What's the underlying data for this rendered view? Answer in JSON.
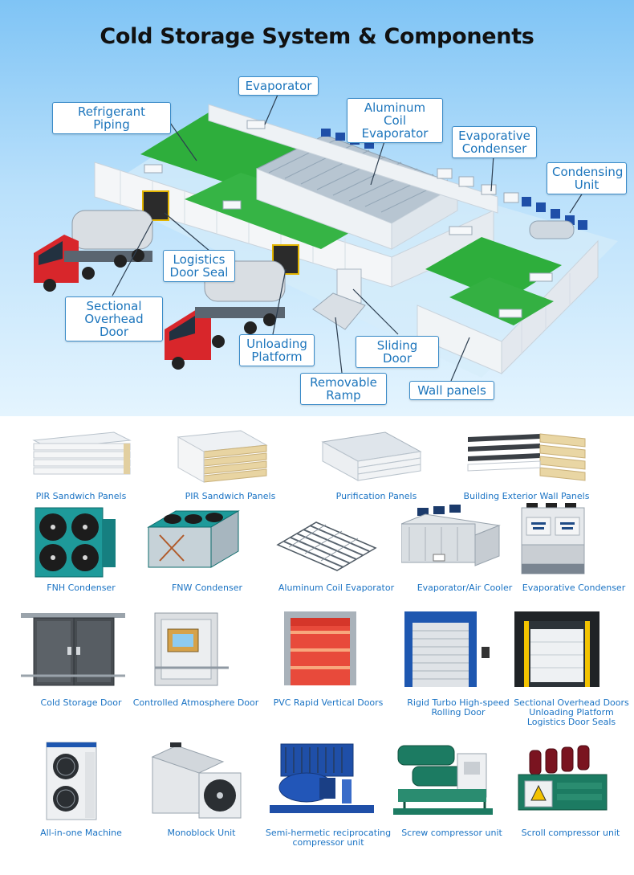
{
  "title": "Cold Storage System & Components",
  "callouts": {
    "evaporator": "Evaporator",
    "refrigerant_piping": "Refrigerant  Piping",
    "aluminum_coil_evaporator": "Aluminum Coil\nEvaporator",
    "evaporative_condenser": "Evaporative\nCondenser",
    "condensing_unit": "Condensing\nUnit",
    "logistics_door_seal": "Logistics\nDoor Seal",
    "sectional_overhead_door": "Sectional\nOverhead Door",
    "unloading_platform": "Unloading\nPlatform",
    "sliding_door": "Sliding Door",
    "removable_ramp": "Removable\nRamp",
    "wall_panels": "Wall panels"
  },
  "products": [
    {
      "label": "PIR Sandwich Panels",
      "icon": "sandwich-panel-icon"
    },
    {
      "label": "PIR Sandwich Panels",
      "icon": "sandwich-panel-icon"
    },
    {
      "label": "Purification Panels",
      "icon": "purification-panel-icon"
    },
    {
      "label": "Building Exterior Wall Panels",
      "icon": "exterior-wall-panel-icon"
    },
    {
      "label": "FNH Condenser",
      "icon": "fnh-condenser-icon"
    },
    {
      "label": "FNW Condenser",
      "icon": "fnw-condenser-icon"
    },
    {
      "label": "Aluminum Coil Evaporator",
      "icon": "coil-evaporator-icon"
    },
    {
      "label": "Evaporator/Air Cooler",
      "icon": "air-cooler-icon"
    },
    {
      "label": "Evaporative Condenser",
      "icon": "evaporative-condenser-icon"
    },
    {
      "label": "Cold Storage Door",
      "icon": "cold-storage-door-icon"
    },
    {
      "label": "Controlled Atmosphere Door",
      "icon": "atmosphere-door-icon"
    },
    {
      "label": "PVC Rapid Vertical Doors",
      "icon": "pvc-rapid-door-icon"
    },
    {
      "label": "Rigid Turbo High-speed\nRolling Door",
      "icon": "rolling-door-icon"
    },
    {
      "label": "Sectional Overhead Doors\nUnloading Platform\nLogistics Door Seals",
      "icon": "overhead-door-icon"
    },
    {
      "label": "All-in-one Machine",
      "icon": "all-in-one-machine-icon"
    },
    {
      "label": "Monoblock Unit",
      "icon": "monoblock-unit-icon"
    },
    {
      "label": "Semi-hermetic reciprocating\ncompressor unit",
      "icon": "reciprocating-compressor-icon"
    },
    {
      "label": "Screw compressor unit",
      "icon": "screw-compressor-icon"
    },
    {
      "label": "Scroll compressor unit",
      "icon": "scroll-compressor-icon"
    }
  ],
  "colors": {
    "callout_text": "#1c75bc",
    "caption_text": "#1a73c4",
    "floor_green": "#2eae3c",
    "truck_red": "#d8262b",
    "sky": "#9fd3f8"
  }
}
